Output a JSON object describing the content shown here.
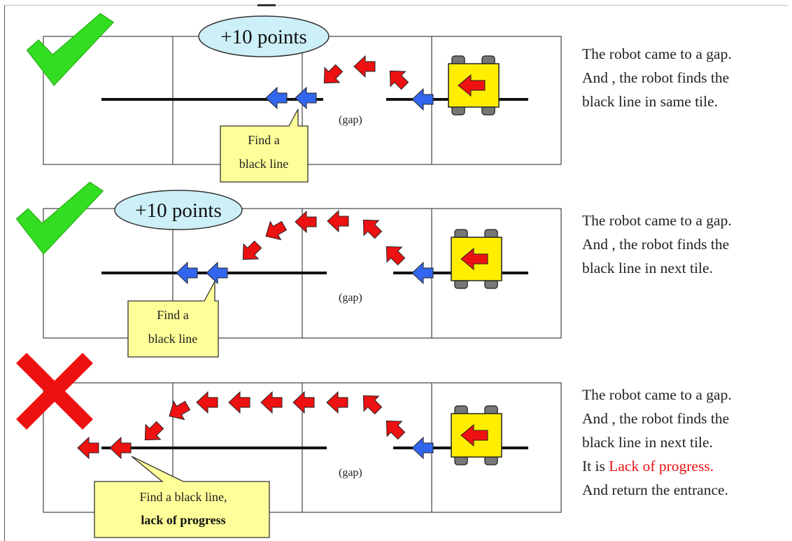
{
  "scenarios": [
    {
      "result": "pass",
      "points_label": "+10 points",
      "gap_label": "(gap)",
      "callout_lines": [
        "Find a",
        "black line"
      ],
      "description": [
        {
          "text": "The robot came to a gap."
        },
        {
          "text": "And , the robot finds the"
        },
        {
          "text": "black line in same tile."
        }
      ]
    },
    {
      "result": "pass",
      "points_label": "+10 points",
      "gap_label": "(gap)",
      "callout_lines": [
        "Find a",
        "black line"
      ],
      "description": [
        {
          "text": "The robot came to a gap."
        },
        {
          "text": "And , the robot finds the"
        },
        {
          "text": "black line in next tile."
        }
      ]
    },
    {
      "result": "fail",
      "gap_label": "(gap)",
      "callout_lines": [
        "Find a black line,",
        "lack of progress"
      ],
      "description": [
        {
          "text": "The robot came to a gap."
        },
        {
          "text": "And , the robot finds the"
        },
        {
          "text": "black line in next tile."
        },
        {
          "prefix": "It is ",
          "highlight": "Lack of progress."
        },
        {
          "text": "And return the entrance."
        }
      ]
    }
  ],
  "colors": {
    "check": "#33dd22",
    "cross": "#ee1111",
    "red_arrow": "#ee1111",
    "blue_arrow": "#3366ee",
    "robot_body": "#ffee00",
    "callout_fill": "#ffff99",
    "points_fill": "#cdeff7"
  },
  "icons": [
    "check-icon",
    "cross-icon",
    "robot-icon",
    "arrow-icon"
  ]
}
